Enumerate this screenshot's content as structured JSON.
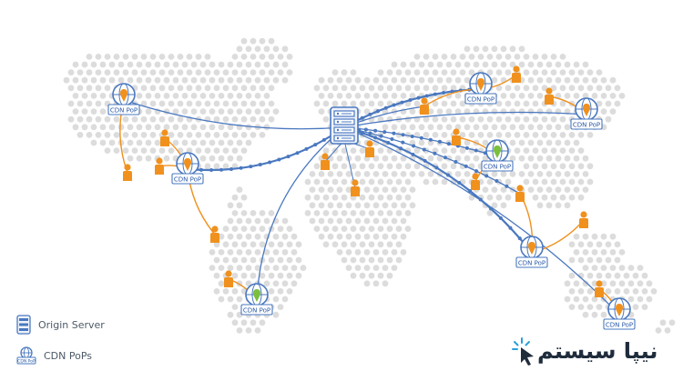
{
  "pops": [
    {
      "label": "CDN PoP",
      "region": "north-america-west",
      "variant": "orange"
    },
    {
      "label": "CDN PoP",
      "region": "north-america-east",
      "variant": "orange"
    },
    {
      "label": "CDN PoP",
      "region": "south-america",
      "variant": "green"
    },
    {
      "label": "CDN PoP",
      "region": "russia",
      "variant": "orange"
    },
    {
      "label": "CDN PoP",
      "region": "east-asia",
      "variant": "orange"
    },
    {
      "label": "CDN PoP",
      "region": "india",
      "variant": "green"
    },
    {
      "label": "CDN PoP",
      "region": "southeast-asia",
      "variant": "orange"
    },
    {
      "label": "CDN PoP",
      "region": "australia",
      "variant": "orange"
    }
  ],
  "legend": {
    "origin": "Origin Server",
    "pops": "CDN PoPs",
    "pops_icon_label": "CDN PoP"
  },
  "brand": {
    "name": "نیپا سیستم"
  },
  "colors": {
    "user": "#f0911e",
    "link": "#4a78c0",
    "pop_orange": "#f0911e",
    "pop_green": "#7cbf3c",
    "map_dots": "#dcdcdc"
  }
}
